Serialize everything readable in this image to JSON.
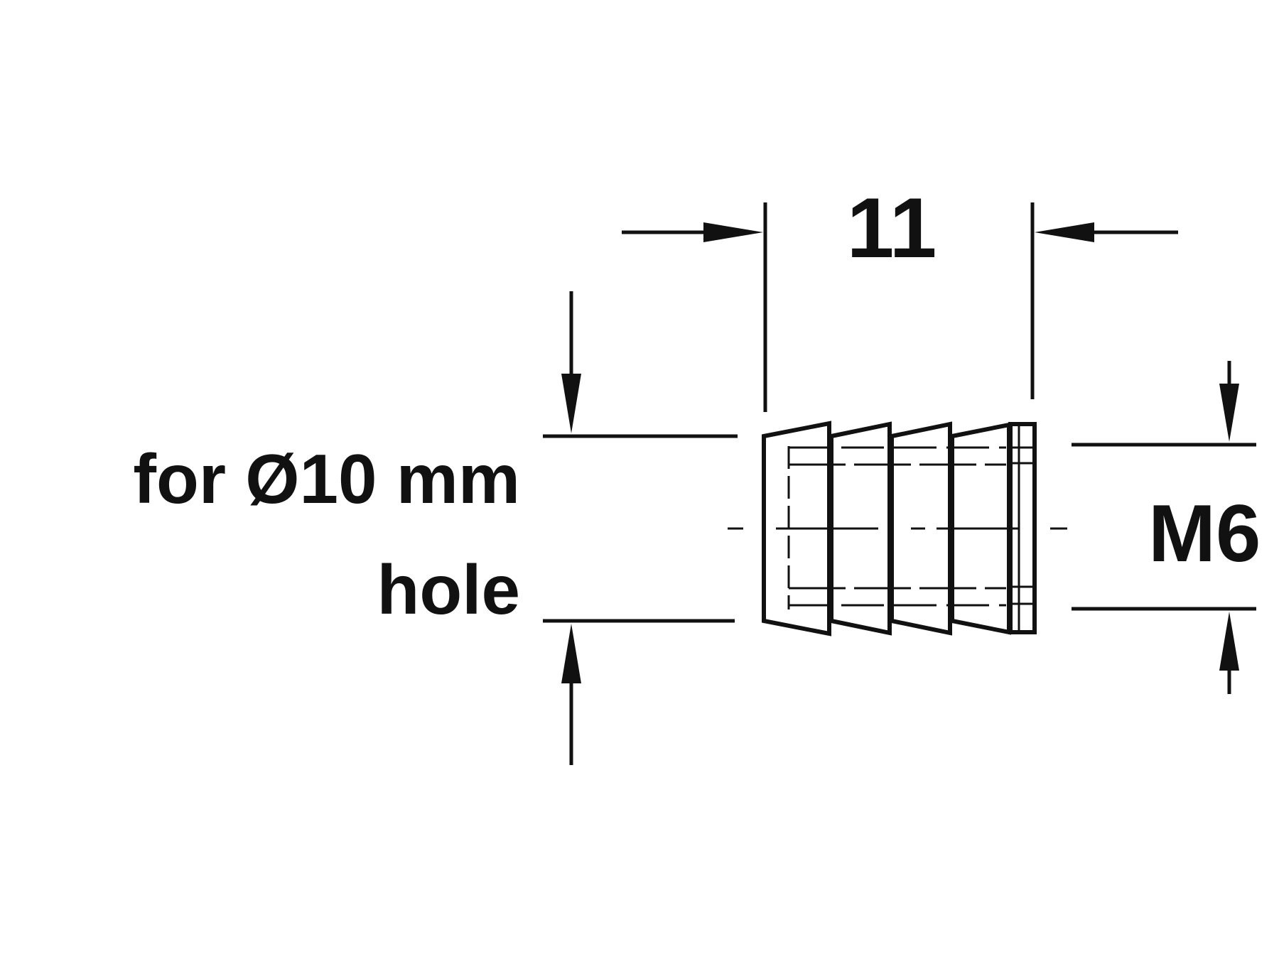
{
  "diagram": {
    "width_dimension_label": "11",
    "hole_label_line1": "for Ø10 mm",
    "hole_label_line2": "hole",
    "thread_label": "M6",
    "line_color": "#111111",
    "background_color": "#ffffff"
  }
}
